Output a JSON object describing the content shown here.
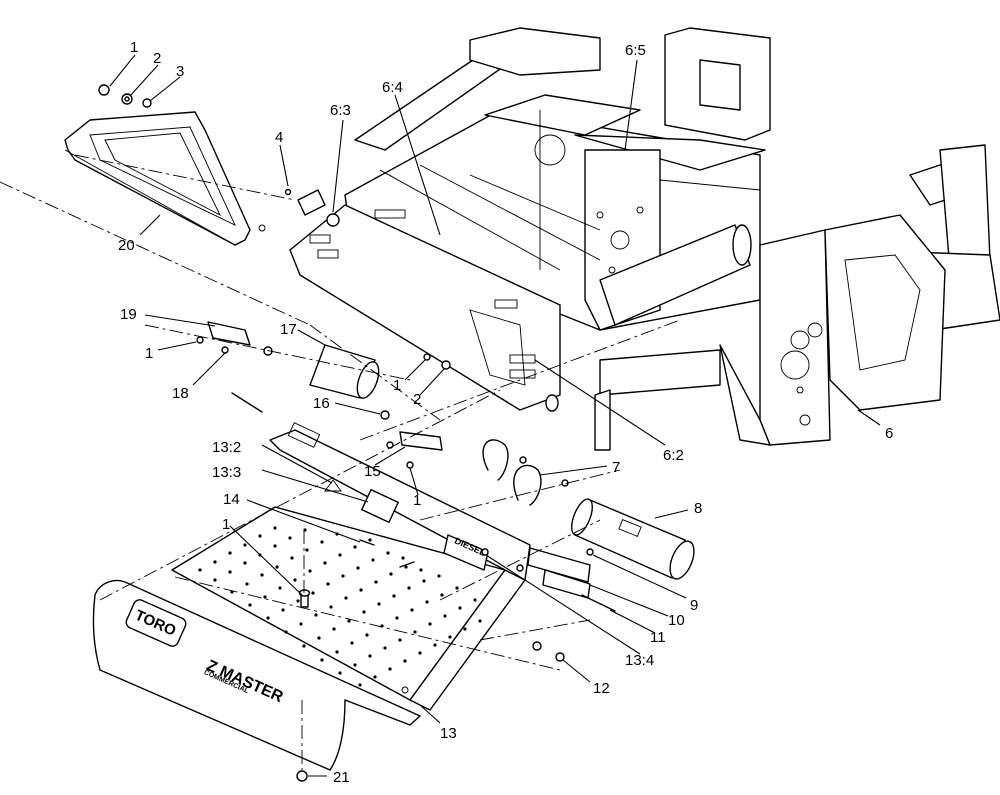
{
  "diagram": {
    "callouts": [
      {
        "id": "c1a",
        "text": "1"
      },
      {
        "id": "c2a",
        "text": "2"
      },
      {
        "id": "c3",
        "text": "3"
      },
      {
        "id": "c4",
        "text": "4"
      },
      {
        "id": "c63",
        "text": "6:3"
      },
      {
        "id": "c64",
        "text": "6:4"
      },
      {
        "id": "c65",
        "text": "6:5"
      },
      {
        "id": "c20",
        "text": "20"
      },
      {
        "id": "c19",
        "text": "19"
      },
      {
        "id": "c1b",
        "text": "1"
      },
      {
        "id": "c18",
        "text": "18"
      },
      {
        "id": "c17",
        "text": "17"
      },
      {
        "id": "c1c",
        "text": "1"
      },
      {
        "id": "c2b",
        "text": "2"
      },
      {
        "id": "c16",
        "text": "16"
      },
      {
        "id": "c15",
        "text": "15"
      },
      {
        "id": "c1d",
        "text": "1"
      },
      {
        "id": "c132",
        "text": "13:2"
      },
      {
        "id": "c133",
        "text": "13:3"
      },
      {
        "id": "c14",
        "text": "14"
      },
      {
        "id": "c1e",
        "text": "1"
      },
      {
        "id": "c6",
        "text": "6"
      },
      {
        "id": "c62",
        "text": "6:2"
      },
      {
        "id": "c7",
        "text": "7"
      },
      {
        "id": "c8",
        "text": "8"
      },
      {
        "id": "c9",
        "text": "9"
      },
      {
        "id": "c10",
        "text": "10"
      },
      {
        "id": "c11",
        "text": "11"
      },
      {
        "id": "c134",
        "text": "13:4"
      },
      {
        "id": "c12",
        "text": "12"
      },
      {
        "id": "c13",
        "text": "13"
      },
      {
        "id": "c21",
        "text": "21"
      }
    ],
    "decals": {
      "diesel": "DIESEL",
      "brand": "TORO",
      "model": "Z MASTER",
      "model_sub": "COMMERCIAL"
    }
  }
}
